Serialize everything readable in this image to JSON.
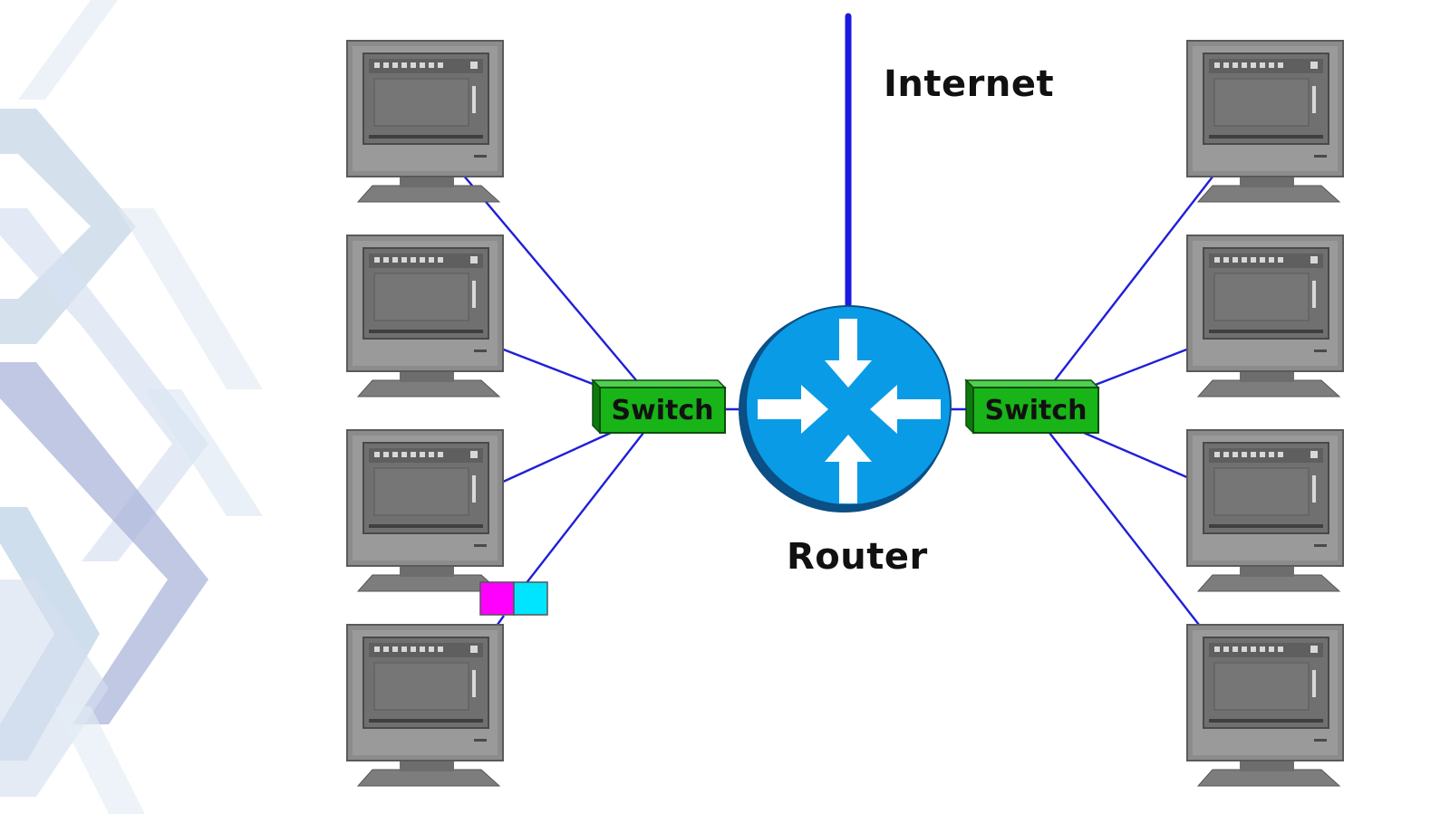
{
  "labels": {
    "internet": "Internet",
    "router": "Router",
    "switch_left": "Switch",
    "switch_right": "Switch"
  },
  "colors": {
    "link": "#1f1fd8",
    "uplink": "#1a1ae0",
    "router_fill": "#0a9be6",
    "router_edge": "#0a4f86",
    "switch_fill": "#18b418",
    "switch_edge": "#0b4d0b",
    "computer_body": "#8a8a8a",
    "computer_screen": "#6f6f6f",
    "adapter_left": "#ff00ff",
    "adapter_right": "#00e5ff",
    "decor_1": "#a9c4dc",
    "decor_2": "#7f8fc0"
  },
  "icons": {
    "router": "router-icon",
    "switch": "switch-icon",
    "computer": "computer-icon",
    "adapter": "network-adapter-icon"
  }
}
